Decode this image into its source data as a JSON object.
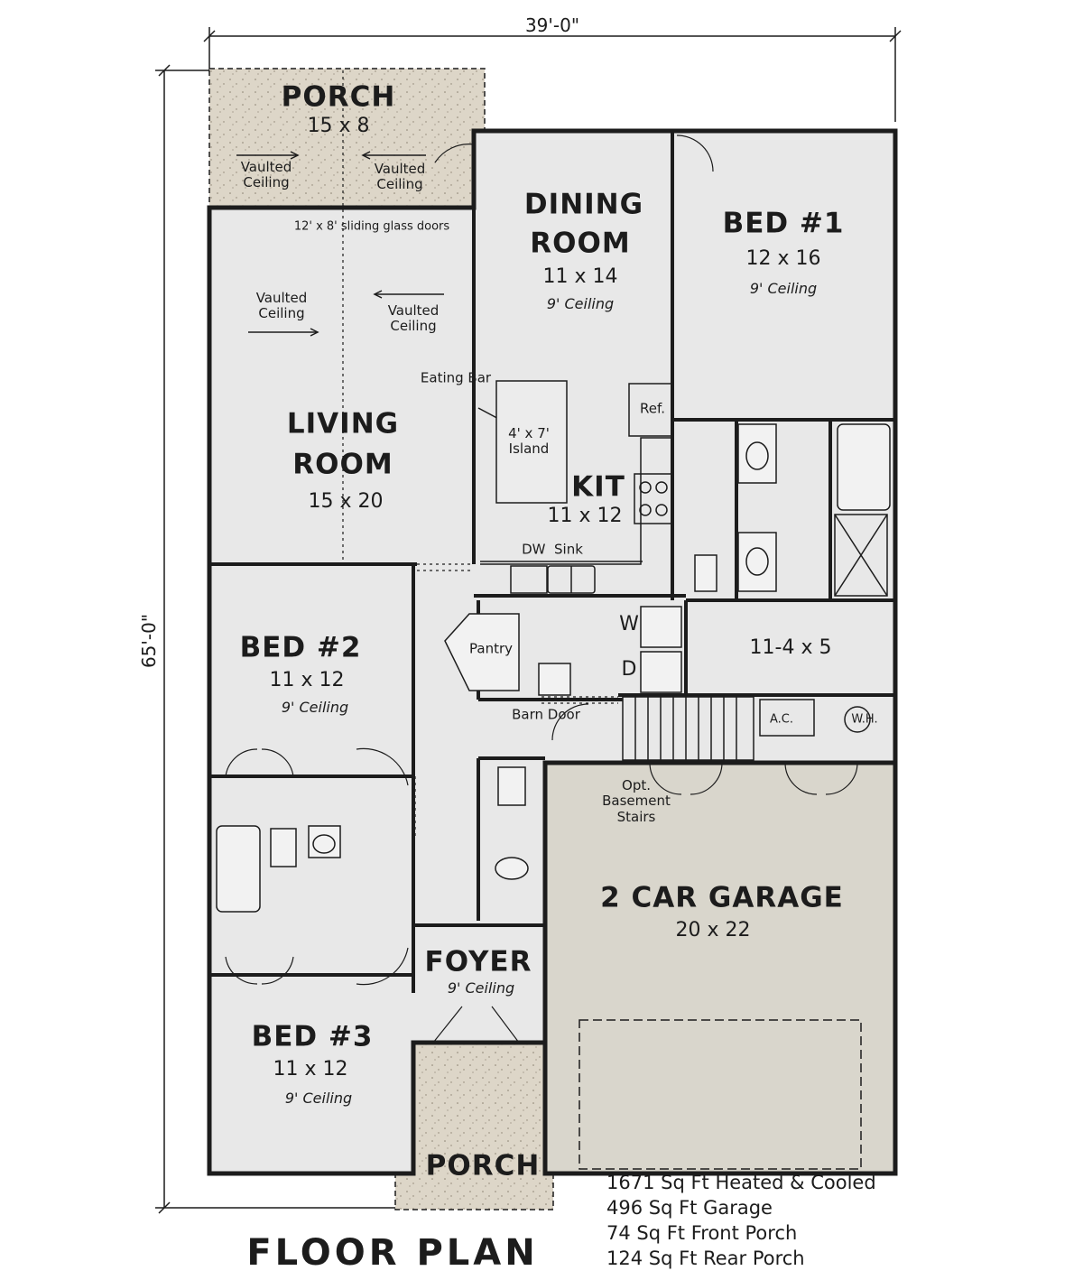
{
  "overall_width": "39'-0\"",
  "overall_depth": "65'-0\"",
  "title": "FLOOR PLAN",
  "rooms": {
    "rear_porch": {
      "name": "PORCH",
      "size": "15 x 8"
    },
    "dining": {
      "name_line1": "DINING",
      "name_line2": "ROOM",
      "size": "11 x 14",
      "ceiling": "9' Ceiling"
    },
    "bed1": {
      "name": "BED #1",
      "size": "12 x 16",
      "ceiling": "9' Ceiling"
    },
    "living": {
      "name_line1": "LIVING",
      "name_line2": "ROOM",
      "size": "15 x 20"
    },
    "kitchen": {
      "name": "KIT",
      "size": "11 x 12"
    },
    "bed2": {
      "name": "BED #2",
      "size": "11 x 12",
      "ceiling": "9' Ceiling"
    },
    "closet": {
      "size": "11-4 x 5"
    },
    "garage": {
      "name": "2 CAR GARAGE",
      "size": "20 x 22"
    },
    "foyer": {
      "name": "FOYER",
      "ceiling": "9' Ceiling"
    },
    "bed3": {
      "name": "BED #3",
      "size": "11 x 12",
      "ceiling": "9' Ceiling"
    },
    "front_porch": {
      "name": "PORCH"
    }
  },
  "notes": {
    "vaulted_ceiling": "Vaulted\nCeiling",
    "sliding_doors": "12' x 8' sliding glass doors",
    "eating_bar": "Eating Bar",
    "island": "4' x 7'\nIsland",
    "ref": "Ref.",
    "dw_sink": "DW  Sink",
    "pantry": "Pantry",
    "washer": "W",
    "dryer": "D",
    "barn_door": "Barn Door",
    "ac": "A.C.",
    "wh": "W.H.",
    "basement": "Opt.\nBasement\nStairs"
  },
  "sqft_lines": [
    "1671 Sq Ft Heated & Cooled",
    "496 Sq Ft Garage",
    "74 Sq Ft Front Porch",
    "124 Sq Ft Rear Porch"
  ],
  "colors": {
    "floor": "#e8e8e8",
    "wall": "#1c1c1c",
    "porch": "#ddd6c8",
    "garage": "#d9d6cc",
    "line": "#1c1c1c"
  }
}
